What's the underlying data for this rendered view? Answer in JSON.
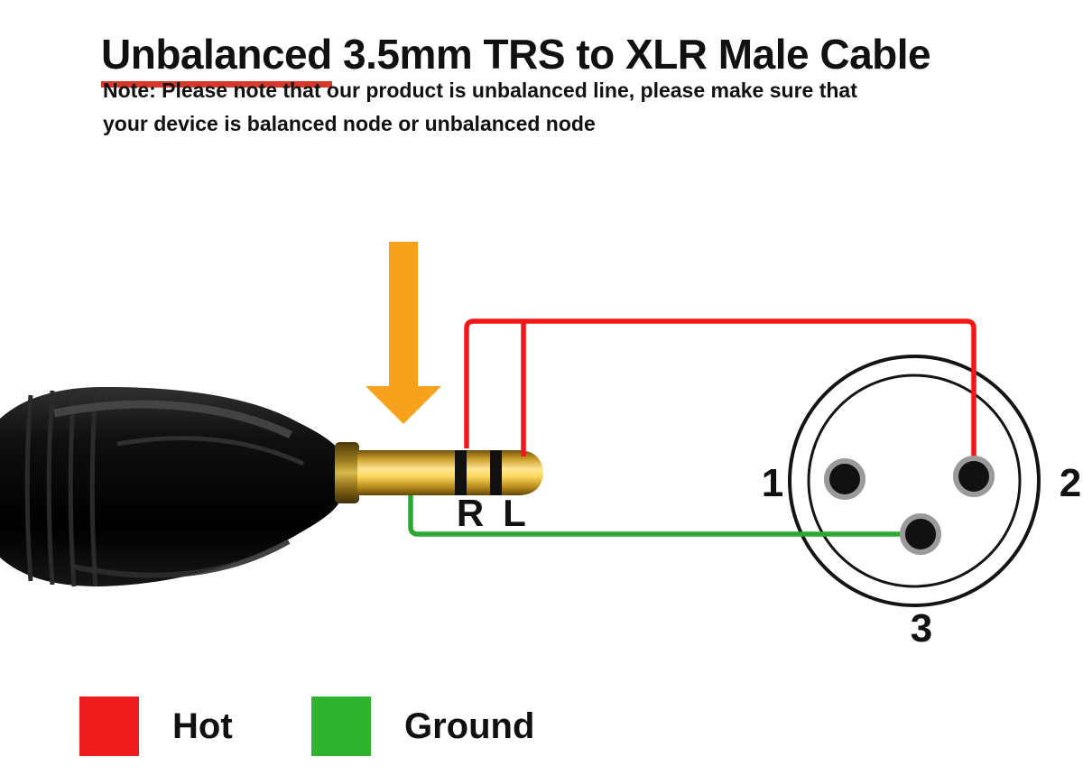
{
  "title": {
    "highlight": "Unbalanced",
    "rest": " 3.5mm TRS to XLR Male Cable"
  },
  "note": {
    "line1": "Note: Please note that our product is unbalanced line, please make sure that",
    "line2": "your device is balanced node or unbalanced node"
  },
  "diagram": {
    "trs_labels": {
      "right": "R",
      "left": "L"
    },
    "xlr_pins": {
      "pin1": "1",
      "pin2": "2",
      "pin3": "3"
    }
  },
  "legend": {
    "hot": {
      "label": "Hot",
      "color": "#ee1c1c"
    },
    "ground": {
      "label": "Ground",
      "color": "#2fb32f"
    }
  },
  "colors": {
    "hot_wire": "#f51717",
    "ground_wire": "#2ca832",
    "arrow": "#f7a11d",
    "title_underline": "#d8382b",
    "xlr_outline": "#141414",
    "pin_fill": "#111111",
    "pin_ring": "#9a9a9a"
  }
}
